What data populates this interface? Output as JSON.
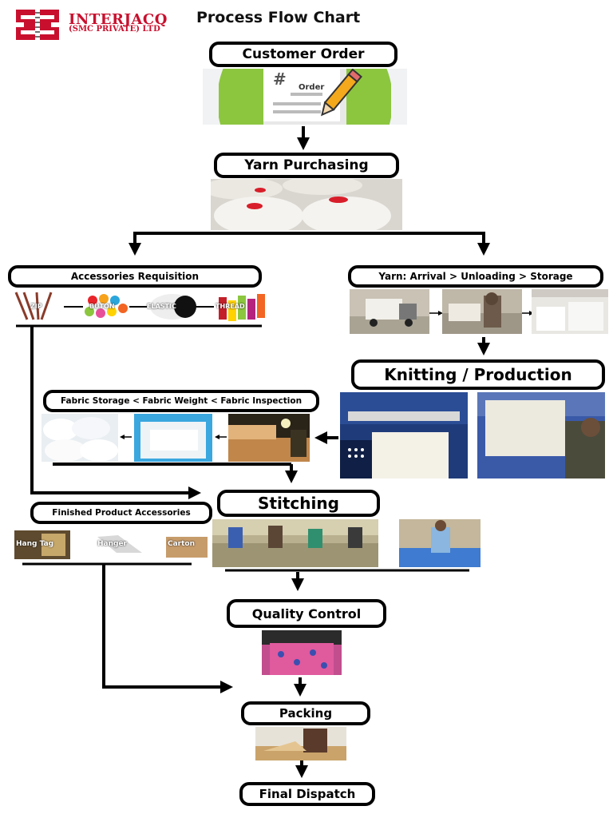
{
  "header": {
    "company_name": "INTERJACQ",
    "company_sub": "(SMC PRIVATE) LTD",
    "title": "Process Flow Chart"
  },
  "steps": {
    "customer_order": "Customer Order",
    "order_icon_text": "Order",
    "yarn_purchasing": "Yarn Purchasing",
    "accessories_requisition": "Accessories Requisition",
    "yarn_arrival": "Yarn: Arrival > Unloading > Storage",
    "knitting": "Knitting / Production",
    "fabric_flow": "Fabric Storage < Fabric Weight < Fabric Inspection",
    "stitching": "Stitching",
    "finished_accessories": "Finished Product Accessories",
    "quality_control": "Quality Control",
    "packing": "Packing",
    "final_dispatch": "Final Dispatch"
  },
  "accessory_items": [
    "ZIP",
    "BUTON",
    "ELASTIC",
    "THREAD"
  ],
  "finished_items": [
    "Hang Tag",
    "Hanger",
    "Carton"
  ],
  "colors": {
    "brand_red": "#c8102e",
    "order_green": "#8cc63f",
    "box_border": "#000000"
  }
}
